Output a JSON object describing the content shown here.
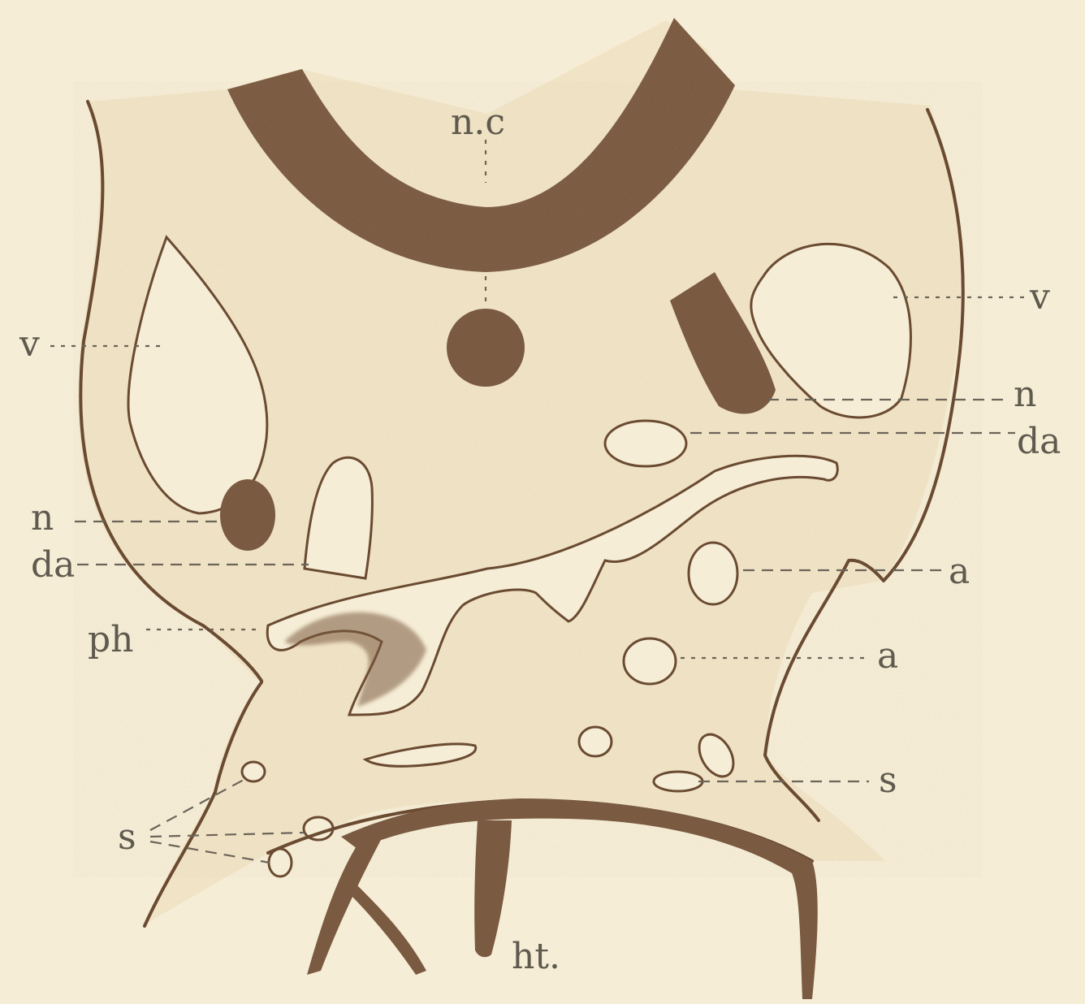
{
  "figure": {
    "background": "#f6edd6",
    "ink": "#6a4b32",
    "labels": {
      "nc": "n.c",
      "v_left": "v",
      "v_right": "v",
      "n_right": "n",
      "da_right": "da",
      "n_left": "n",
      "da_left": "da",
      "a_upper": "a",
      "ph": "ph",
      "a_lower": "a",
      "s_right": "s",
      "s_left": "s",
      "ht": "ht."
    }
  }
}
